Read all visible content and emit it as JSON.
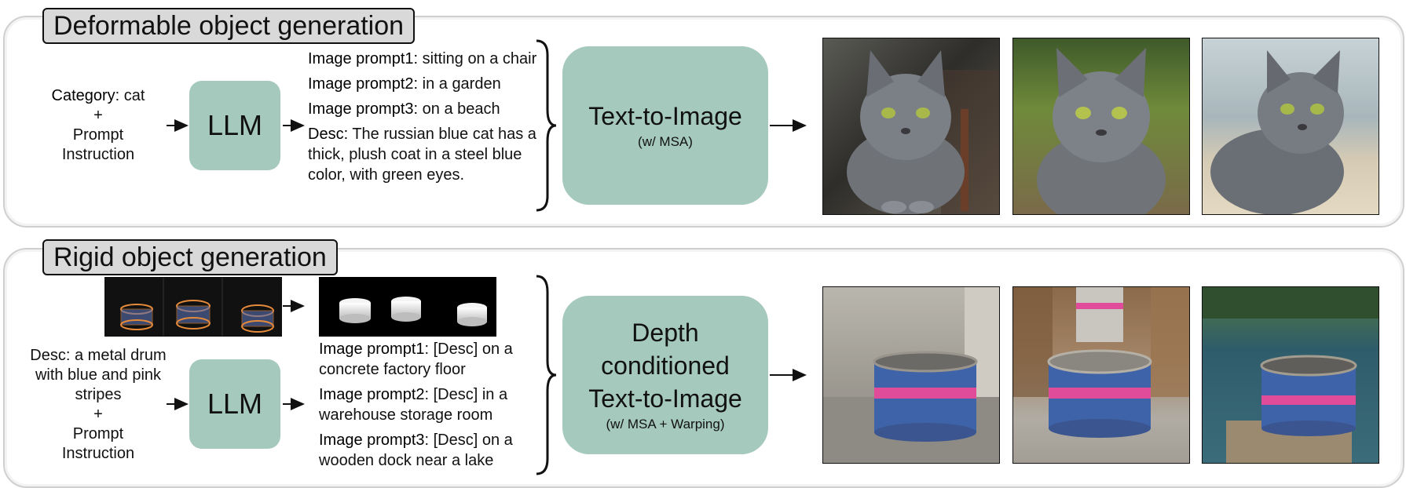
{
  "deformable": {
    "title": "Deformable object generation",
    "input": {
      "category_label": "Category",
      "category_value": ": cat",
      "plus": "+",
      "prompt_line1": "Prompt",
      "prompt_line2": "Instruction"
    },
    "llm_label": "LLM",
    "prompts": [
      {
        "label": "Image prompt1:",
        "text": " sitting on a chair"
      },
      {
        "label": "Image prompt2:",
        "text": " in a garden"
      },
      {
        "label": "Image prompt3:",
        "text": " on a beach"
      },
      {
        "label": "Desc:",
        "text": " The russian blue cat has a thick, plush coat in a steel blue color, with green eyes."
      }
    ],
    "generator": {
      "title": "Text-to-Image",
      "subtitle": "(w/ MSA)"
    },
    "outputs": [
      "cat sitting on a chair",
      "cat in a garden",
      "cat on a beach"
    ]
  },
  "rigid": {
    "title": "Rigid object generation",
    "input": {
      "desc_label": "Desc",
      "desc_text": ": a metal drum with blue and pink stripes",
      "plus": "+",
      "prompt_line1": "Prompt",
      "prompt_line2": "Instruction"
    },
    "llm_label": "LLM",
    "prompts": [
      {
        "label": "Image prompt1",
        "text": ": [Desc] on a concrete factory floor"
      },
      {
        "label": "Image prompt2",
        "text": ": [Desc] in a warehouse storage room"
      },
      {
        "label": "Image prompt3",
        "text": ": [Desc] on a wooden dock near a lake"
      }
    ],
    "generator": {
      "title_line1": "Depth",
      "title_line2": "conditioned",
      "title_line3": "Text-to-Image",
      "subtitle": "(w/ MSA + Warping)"
    },
    "outputs": [
      "drum on concrete factory floor",
      "drum in warehouse storage room",
      "drum on wooden dock near a lake"
    ]
  },
  "colors": {
    "box": "#a5c9bc",
    "tag_bg": "#d9d9d9",
    "panel_border": "#cfcfcf",
    "drum_blue": "#3f63a8",
    "drum_pink": "#e04c9a"
  }
}
